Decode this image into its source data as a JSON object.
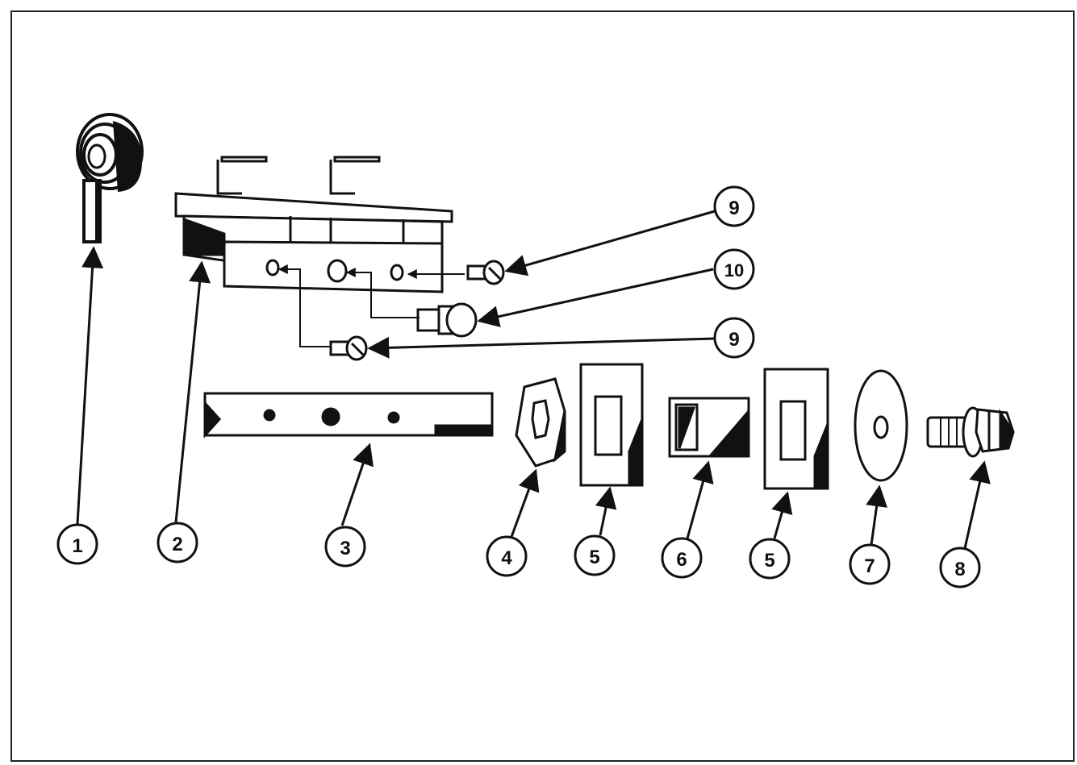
{
  "callouts": [
    {
      "id": "c1",
      "label": "1"
    },
    {
      "id": "c2",
      "label": "2"
    },
    {
      "id": "c3",
      "label": "3"
    },
    {
      "id": "c4",
      "label": "4"
    },
    {
      "id": "c5a",
      "label": "5"
    },
    {
      "id": "c6",
      "label": "6"
    },
    {
      "id": "c5b",
      "label": "5"
    },
    {
      "id": "c7",
      "label": "7"
    },
    {
      "id": "c8",
      "label": "8"
    },
    {
      "id": "c9a",
      "label": "9"
    },
    {
      "id": "c10",
      "label": "10"
    },
    {
      "id": "c9b",
      "label": "9"
    }
  ],
  "colors": {
    "ink": "#111111",
    "paper": "#ffffff",
    "border": "#222222"
  }
}
